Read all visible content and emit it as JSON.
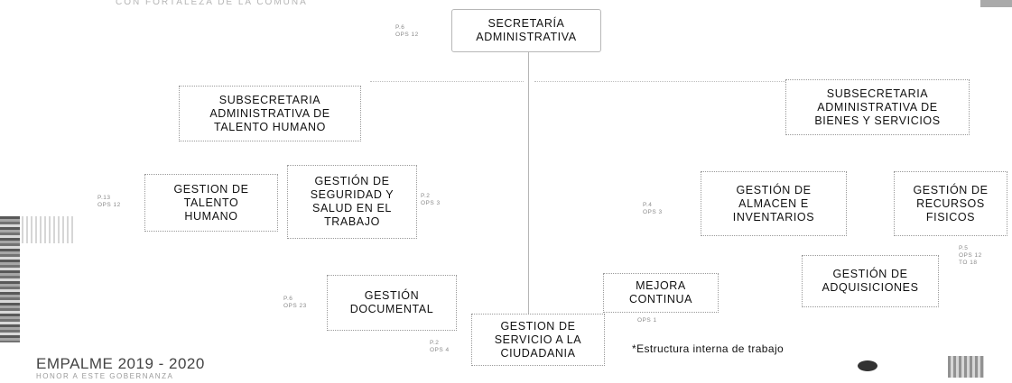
{
  "header_faded": "CON FORTALEZA DE LA COMUNA",
  "top": {
    "code": "P.6\nOPS 12",
    "label": "SECRETARÍA\nADMINISTRATIVA"
  },
  "sub_left": {
    "label": "SUBSECRETARIA\nADMINISTRATIVA DE\nTALENTO HUMANO"
  },
  "sub_right": {
    "label": "SUBSECRETARIA\nADMINISTRATIVA DE\nBIENES Y SERVICIOS"
  },
  "nodes": {
    "talento": {
      "code": "P.13\nOPS 12",
      "label": "GESTION DE\nTALENTO\nHUMANO"
    },
    "seguridad": {
      "code": "P.2\nOPS 3",
      "label": "GESTIÓN DE\nSEGURIDAD Y\nSALUD EN EL\nTRABAJO"
    },
    "almacen": {
      "code": "P.4\nOPS 3",
      "label": "GESTIÓN DE\nALMACEN E\nINVENTARIOS"
    },
    "recursos": {
      "label": "GESTIÓN DE\nRECURSOS\nFISICOS"
    },
    "adquisiciones": {
      "code": "P.5\nOPS 12\nTO 18",
      "label": "GESTIÓN DE\nADQUISICIONES"
    },
    "documental": {
      "code": "P.6\nOPS 23",
      "label": "GESTIÓN\nDOCUMENTAL"
    },
    "mejora": {
      "code": "OPS 1",
      "label": "MEJORA\nCONTINUA"
    },
    "servicio": {
      "code": "P.2\nOPS 4",
      "label": "GESTION DE\nSERVICIO A LA\nCIUDADANIA"
    }
  },
  "note": "*Estructura interna de trabajo",
  "footer": {
    "title": "EMPALME 2019 - 2020",
    "subtitle": "HONOR A ESTE GOBERNANZA"
  }
}
